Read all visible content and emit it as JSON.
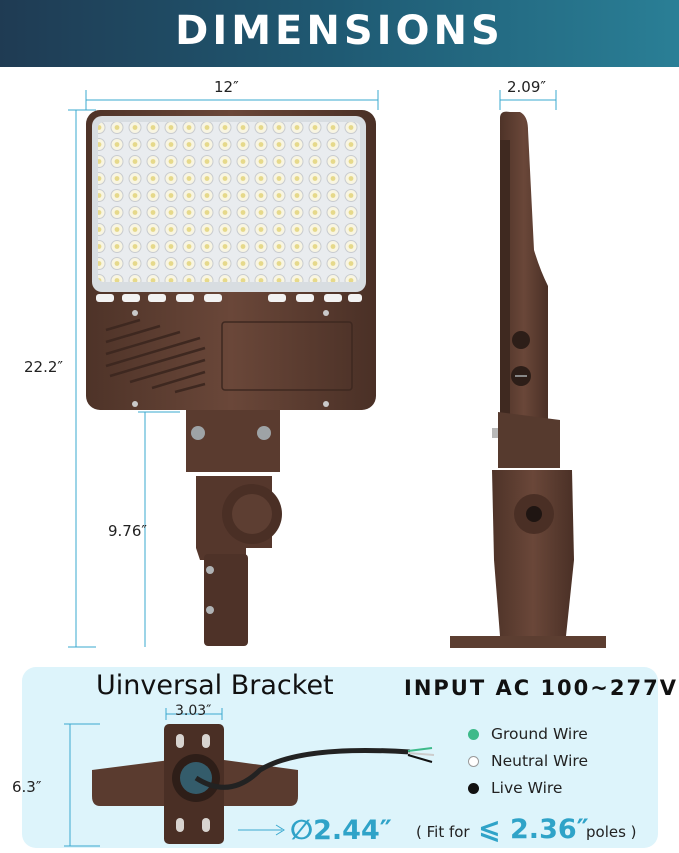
{
  "banner": {
    "title": "DIMENSIONS"
  },
  "dimensions": {
    "width": "12″",
    "depth": "2.09″",
    "height": "22.2″",
    "arm": "9.76″",
    "bracket_width": "3.03″",
    "bracket_height": "6.3″"
  },
  "bracket": {
    "title": "Uinversal Bracket",
    "pole_diameter": "∅2.44″",
    "fit_prefix": "( Fit for",
    "fit_value": "⩽ 2.36″",
    "fit_suffix": "poles )"
  },
  "input": {
    "title": "INPUT AC 100~277V",
    "wires": [
      {
        "label": "Ground Wire",
        "color": "#3dba8a"
      },
      {
        "label": "Neutral Wire",
        "color": "#ffffff"
      },
      {
        "label": "Live Wire",
        "color": "#111111"
      }
    ]
  },
  "colors": {
    "accent": "#2fa3c8",
    "housing": "#5e3f32",
    "banner": "#1f4c66"
  }
}
